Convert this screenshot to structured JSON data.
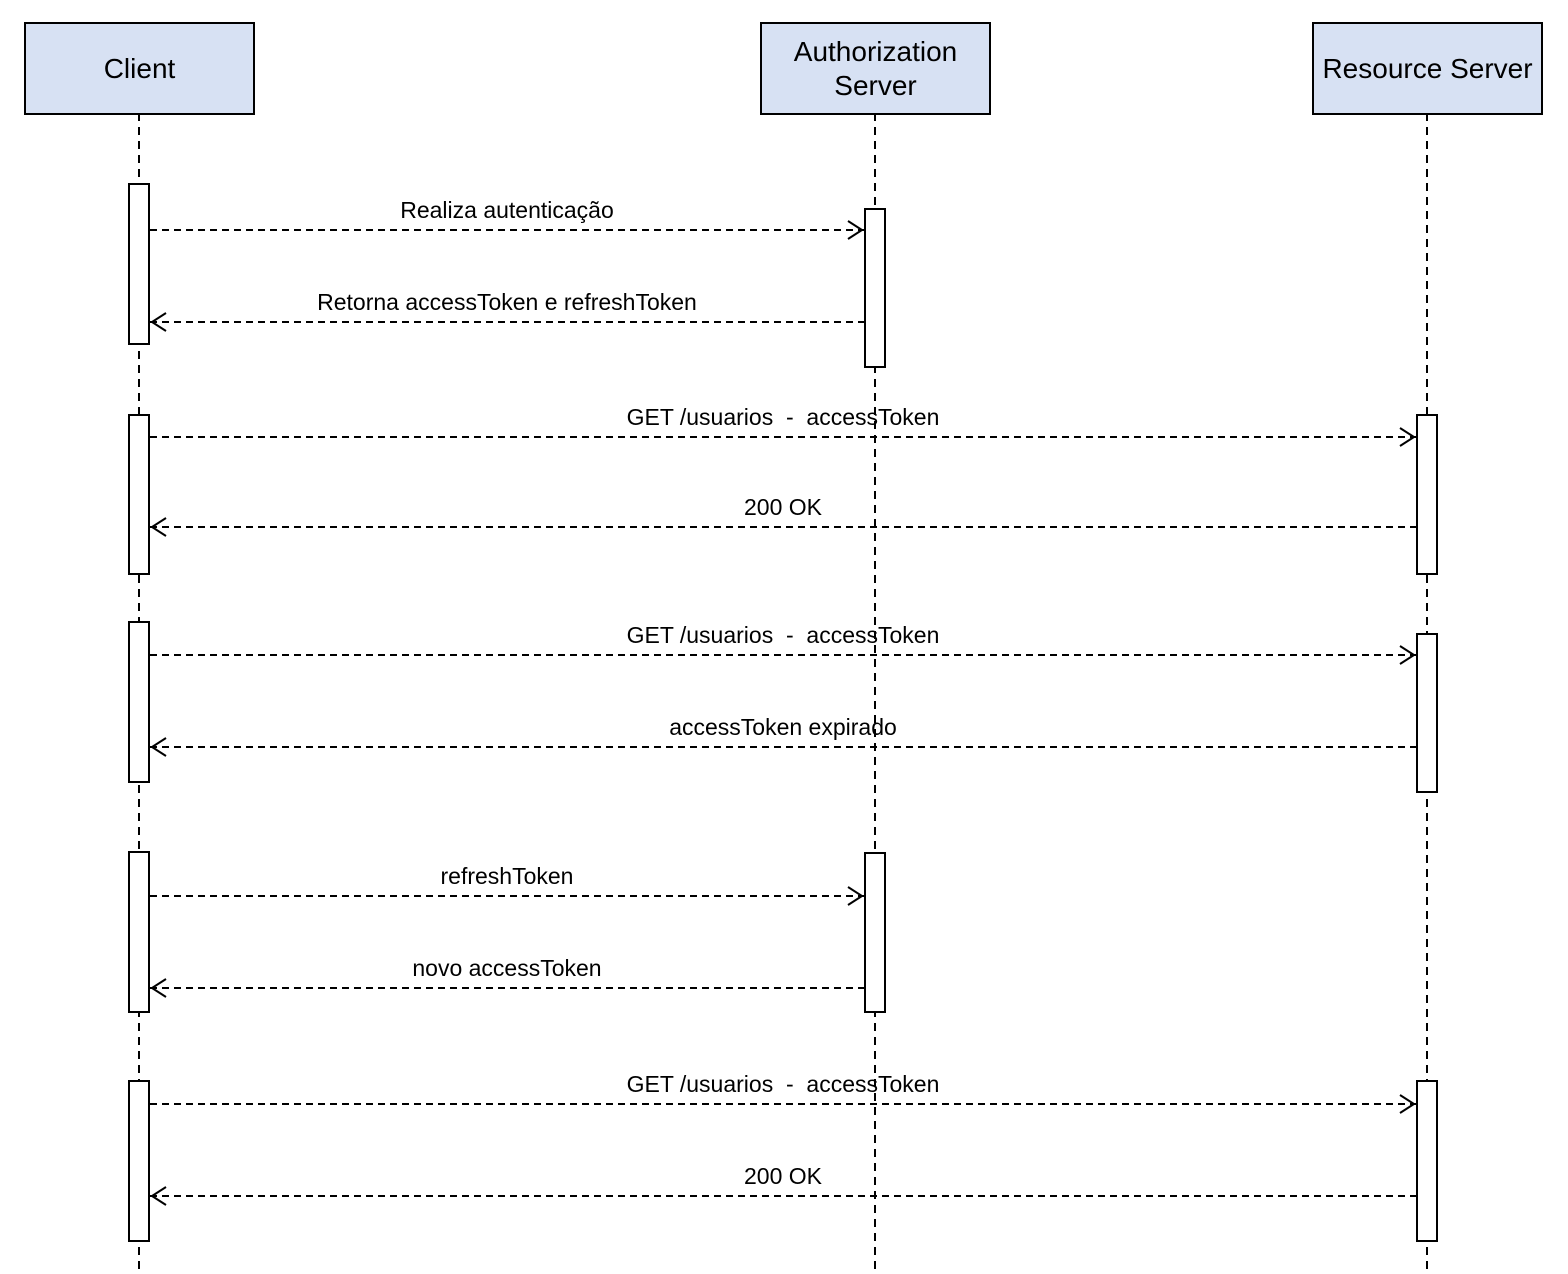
{
  "meta": {
    "diagram_type": "uml-sequence",
    "background_color": "#ffffff",
    "actor_fill_color": "#d7e1f3",
    "stroke_color": "#000000",
    "text_color": "#000000"
  },
  "actors": [
    {
      "id": "client",
      "label": "Client"
    },
    {
      "id": "authorization-server",
      "label": "Authorization\nServer"
    },
    {
      "id": "resource-server",
      "label": "Resource Server"
    }
  ],
  "messages": [
    {
      "from": "client",
      "to": "authorization-server",
      "direction": "right",
      "label": "Realiza autenticação"
    },
    {
      "from": "authorization-server",
      "to": "client",
      "direction": "left",
      "label": "Retorna accessToken e refreshToken"
    },
    {
      "from": "client",
      "to": "resource-server",
      "direction": "right",
      "label": "GET /usuarios  -  accessToken"
    },
    {
      "from": "resource-server",
      "to": "client",
      "direction": "left",
      "label": "200 OK"
    },
    {
      "from": "client",
      "to": "resource-server",
      "direction": "right",
      "label": "GET /usuarios  -  accessToken"
    },
    {
      "from": "resource-server",
      "to": "client",
      "direction": "left",
      "label": "accessToken expirado"
    },
    {
      "from": "client",
      "to": "authorization-server",
      "direction": "right",
      "label": "refreshToken"
    },
    {
      "from": "authorization-server",
      "to": "client",
      "direction": "left",
      "label": "novo accessToken"
    },
    {
      "from": "client",
      "to": "resource-server",
      "direction": "right",
      "label": "GET /usuarios  -  accessToken"
    },
    {
      "from": "resource-server",
      "to": "client",
      "direction": "left",
      "label": "200 OK"
    }
  ]
}
